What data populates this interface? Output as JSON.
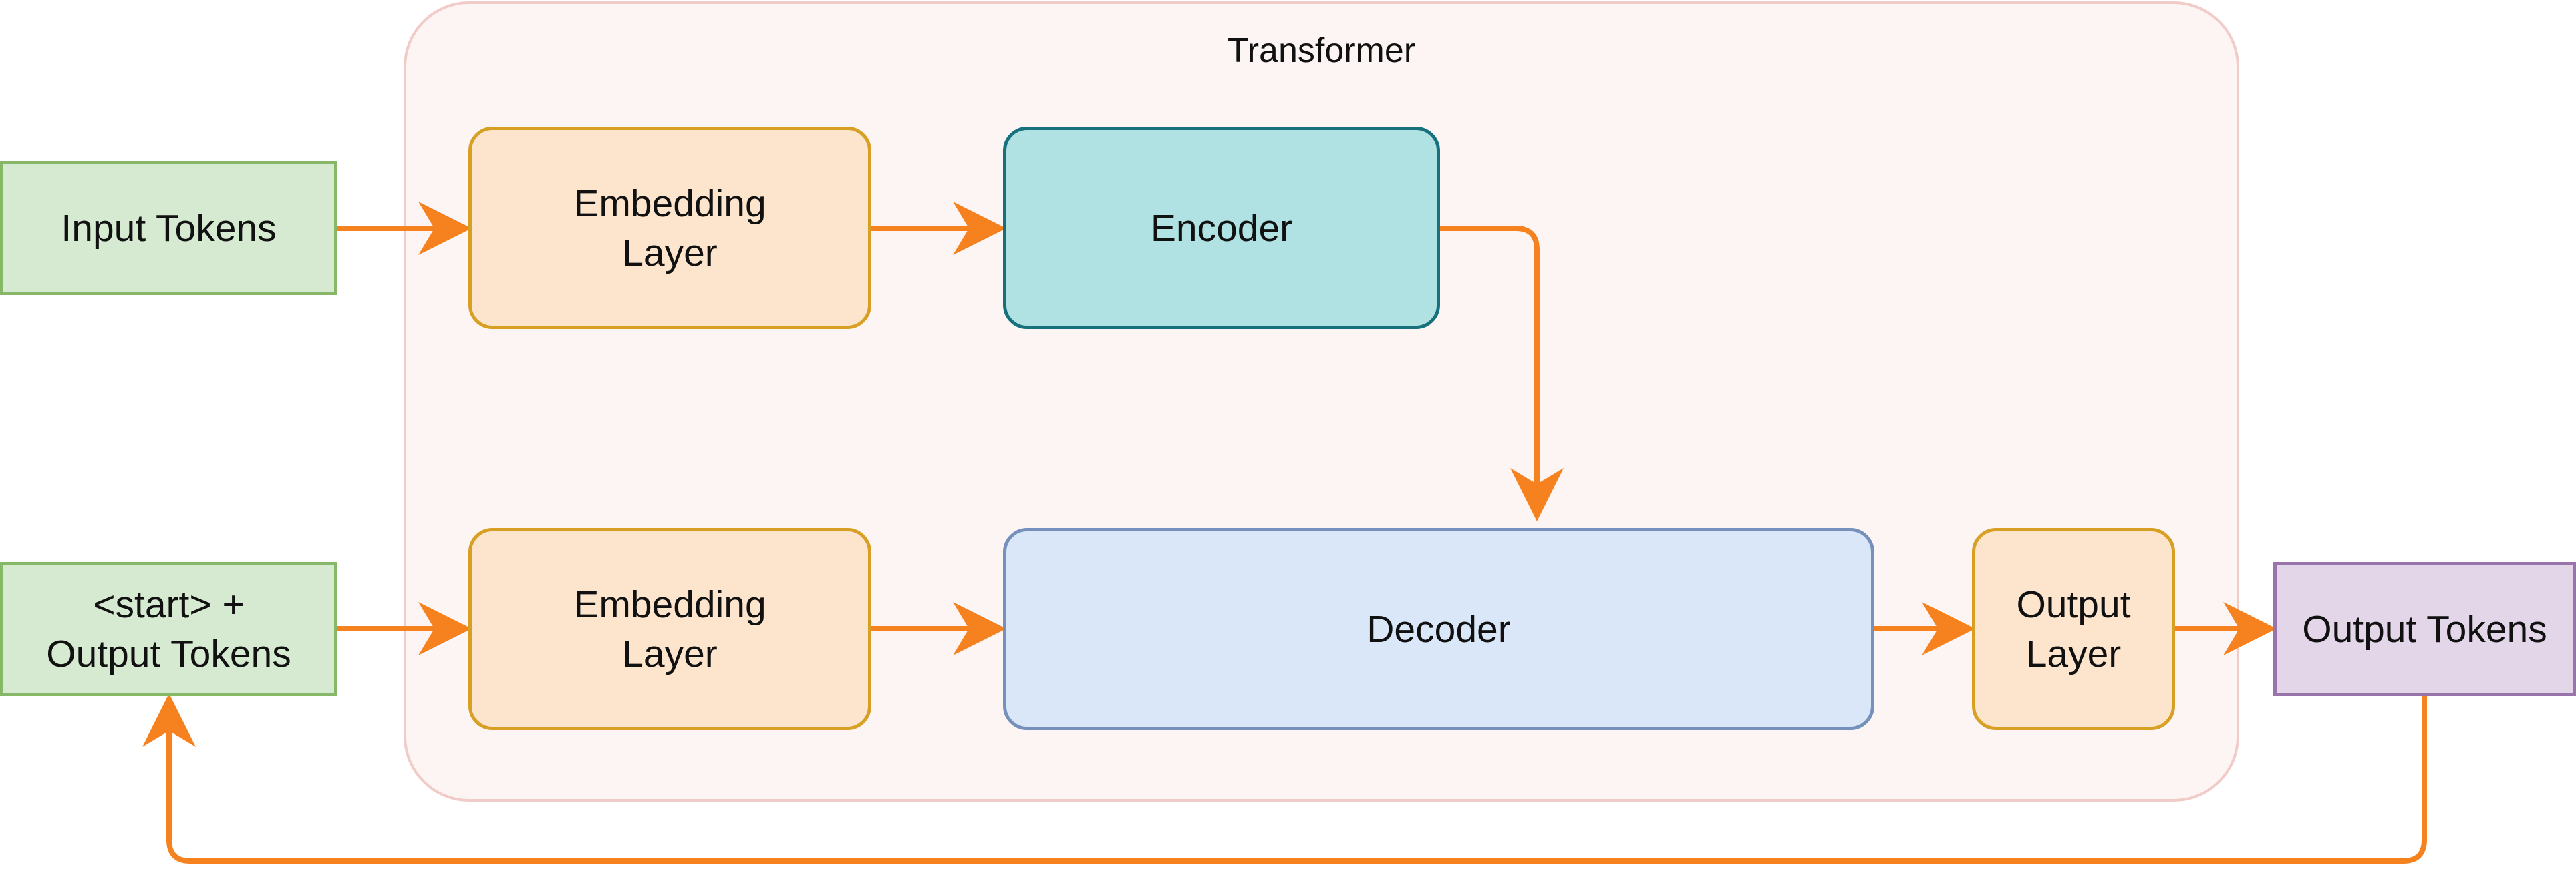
{
  "group": {
    "title": "Transformer"
  },
  "nodes": {
    "input_tokens": "Input Tokens",
    "start_output_tokens": "<start> +\nOutput Tokens",
    "embedding_layer_top": "Embedding\nLayer",
    "embedding_layer_bottom": "Embedding\nLayer",
    "encoder": "Encoder",
    "decoder": "Decoder",
    "output_layer": "Output\nLayer",
    "output_tokens": "Output Tokens"
  },
  "colors": {
    "edge": "#f5821f",
    "input_fill": "#d6ead2",
    "input_border": "#86b867",
    "embedding_fill": "#fde4cc",
    "embedding_border": "#d7a024",
    "encoder_fill": "#b1e2e3",
    "encoder_border": "#16717c",
    "decoder_fill": "#d9e7f8",
    "decoder_border": "#7490bb",
    "output_fill": "#e3d6e8",
    "output_border": "#9874aa",
    "group_fill": "#fdf5f4",
    "group_border": "#f0cbc8"
  }
}
